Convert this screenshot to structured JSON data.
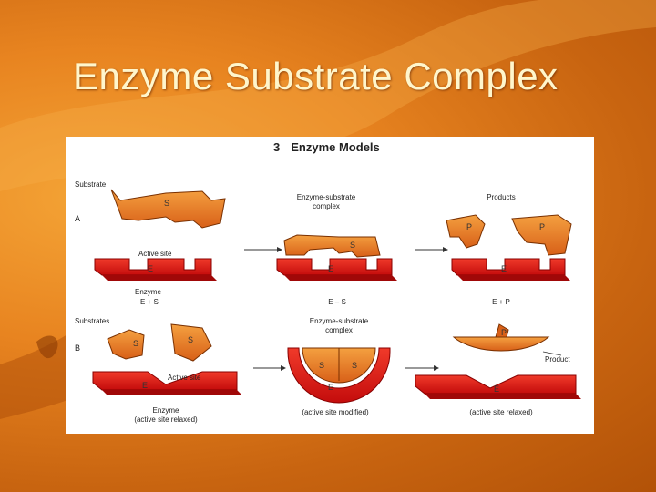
{
  "slide": {
    "title": "Enzyme Substrate Complex"
  },
  "figure": {
    "number": "3",
    "title": "Enzyme Models",
    "panel_a": {
      "letter": "A",
      "substrate_label": "Substrate",
      "active_site_label": "Active site",
      "enzyme_label": "Enzyme",
      "eq1": "E + S",
      "complex_label_1": "Enzyme-substrate",
      "complex_label_2": "complex",
      "eq2": "E – S",
      "products_label": "Products",
      "eq3": "E + P"
    },
    "panel_b": {
      "letter": "B",
      "substrates_label": "Substrates",
      "active_site_label": "Active site",
      "enzyme_label": "Enzyme",
      "relaxed_label_1": "(active site relaxed)",
      "complex_label_1": "Enzyme-substrate",
      "complex_label_2": "complex",
      "modified_label": "(active site modified)",
      "product_label": "Product",
      "relaxed_label_2": "(active site relaxed)"
    },
    "glyphs": {
      "s": "S",
      "e": "E",
      "p": "P"
    },
    "colors": {
      "enzyme_red": "#e01818",
      "substrate_orange": "#e87820",
      "background_orange": "#e88420",
      "title_color": "#fff6cc"
    }
  }
}
